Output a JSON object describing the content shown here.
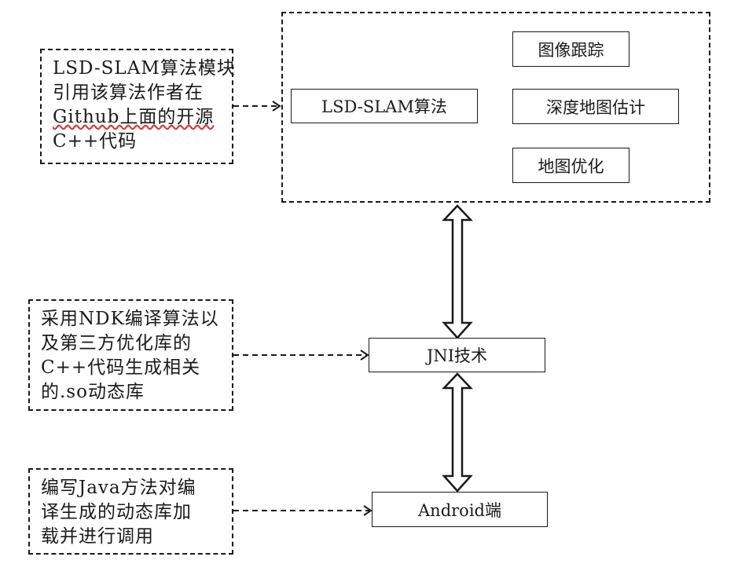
{
  "diagram": {
    "module_group": {
      "main_node": "LSD-SLAM算法",
      "sub_nodes": [
        "图像跟踪",
        "深度地图估计",
        "地图优化"
      ]
    },
    "middle_node": "JNI技术",
    "bottom_node": "Android端",
    "notes": [
      {
        "lines": [
          "LSD-SLAM算法模块",
          "引用该算法作者在",
          "Github上面的开源",
          "C++代码"
        ],
        "target": "module_group"
      },
      {
        "lines": [
          "采用NDK编译算法以",
          "及第三方优化库的",
          "C++代码生成相关",
          "的.so动态库"
        ],
        "target": "middle_node"
      },
      {
        "lines": [
          "编写Java方法对编",
          "译生成的动态库加",
          "载并进行调用"
        ],
        "target": "bottom_node"
      }
    ],
    "connections": [
      {
        "from": "module_group",
        "to": "middle_node",
        "type": "bidirectional-hollow-arrow"
      },
      {
        "from": "middle_node",
        "to": "bottom_node",
        "type": "bidirectional-hollow-arrow"
      }
    ]
  }
}
